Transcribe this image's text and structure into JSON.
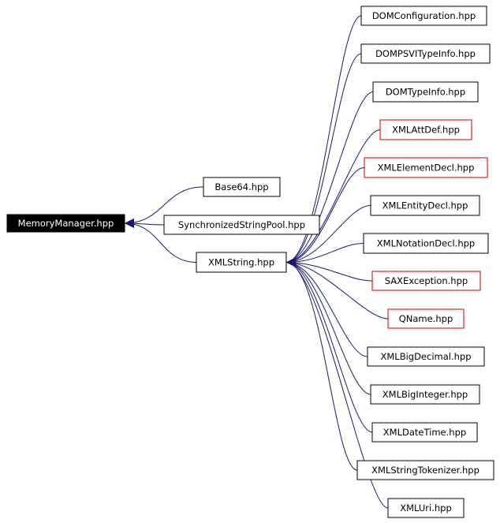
{
  "diagram": {
    "root": {
      "id": "mm",
      "label": "MemoryManager.hpp"
    },
    "level1": [
      {
        "id": "b64",
        "label": "Base64.hpp",
        "color": "#000000"
      },
      {
        "id": "ssp",
        "label": "SynchronizedStringPool.hpp",
        "color": "#000000"
      },
      {
        "id": "xs",
        "label": "XMLString.hpp",
        "color": "#000000"
      }
    ],
    "level2": [
      {
        "id": "dc",
        "label": "DOMConfiguration.hpp",
        "color": "#000000"
      },
      {
        "id": "dp",
        "label": "DOMPSVITypeInfo.hpp",
        "color": "#000000"
      },
      {
        "id": "dt",
        "label": "DOMTypeInfo.hpp",
        "color": "#000000"
      },
      {
        "id": "ad",
        "label": "XMLAttDef.hpp",
        "color": "#cc0000"
      },
      {
        "id": "ed",
        "label": "XMLElementDecl.hpp",
        "color": "#cc0000"
      },
      {
        "id": "en",
        "label": "XMLEntityDecl.hpp",
        "color": "#000000"
      },
      {
        "id": "nd",
        "label": "XMLNotationDecl.hpp",
        "color": "#000000"
      },
      {
        "id": "sx",
        "label": "SAXException.hpp",
        "color": "#cc0000"
      },
      {
        "id": "qn",
        "label": "QName.hpp",
        "color": "#cc0000"
      },
      {
        "id": "bd",
        "label": "XMLBigDecimal.hpp",
        "color": "#000000"
      },
      {
        "id": "bi",
        "label": "XMLBigInteger.hpp",
        "color": "#000000"
      },
      {
        "id": "dtm",
        "label": "XMLDateTime.hpp",
        "color": "#000000"
      },
      {
        "id": "st",
        "label": "XMLStringTokenizer.hpp",
        "color": "#000000"
      },
      {
        "id": "uri",
        "label": "XMLUri.hpp",
        "color": "#000000"
      }
    ],
    "edges": [
      [
        "b64",
        "mm"
      ],
      [
        "ssp",
        "mm"
      ],
      [
        "xs",
        "mm"
      ],
      [
        "dc",
        "xs"
      ],
      [
        "dp",
        "xs"
      ],
      [
        "dt",
        "xs"
      ],
      [
        "ad",
        "xs"
      ],
      [
        "ed",
        "xs"
      ],
      [
        "en",
        "xs"
      ],
      [
        "nd",
        "xs"
      ],
      [
        "sx",
        "xs"
      ],
      [
        "qn",
        "xs"
      ],
      [
        "bd",
        "xs"
      ],
      [
        "bi",
        "xs"
      ],
      [
        "dtm",
        "xs"
      ],
      [
        "st",
        "xs"
      ],
      [
        "uri",
        "xs"
      ]
    ],
    "edge_color": "#191970"
  }
}
